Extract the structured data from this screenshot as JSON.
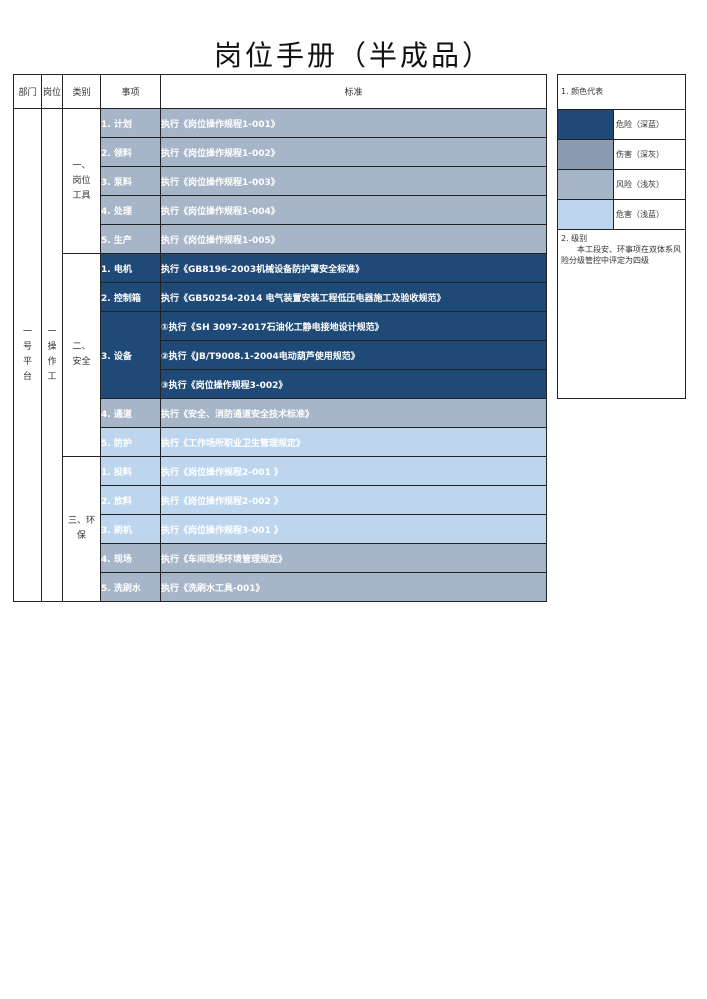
{
  "page_title": "岗位手册（半成品）",
  "headers": [
    "部门",
    "岗位",
    "类别",
    "事项",
    "标准"
  ],
  "dept": "一号平台",
  "post": "一操作工",
  "categories": [
    "一、岗位工具",
    "二、安全",
    "三、环保"
  ],
  "rows": [
    {
      "item": "1. 计划",
      "standard": "执行《岗位操作规程1-001》",
      "level": "风险（浅灰）"
    },
    {
      "item": "2. 领料",
      "standard": "执行《岗位操作规程1-002》",
      "level": "风险（浅灰）"
    },
    {
      "item": "3. 泵料",
      "standard": "执行《岗位操作规程1-003》",
      "level": "风险（浅灰）"
    },
    {
      "item": "4. 处理",
      "standard": "执行《岗位操作规程1-004》",
      "level": "风险（浅灰）"
    },
    {
      "item": "5. 生产",
      "standard": "执行《岗位操作规程1-005》",
      "level": "风险（浅灰）"
    },
    {
      "item": "1. 电机",
      "standard": "执行《GB8196-2003机械设备防护罩安全标准》",
      "level": "危险（深蓝）"
    },
    {
      "item": "2. 控制箱",
      "standard": "执行《GB50254-2014 电气装置安装工程低压电器施工及验收规范》",
      "level": "危险（深蓝）"
    },
    {
      "item": "3. 设备",
      "standard": "①执行《SH 3097-2017石油化工静电接地设计规范》",
      "level": "危险（深蓝）"
    },
    {
      "item": "",
      "standard": "②执行《JB/T9008.1-2004电动葫芦使用规范》",
      "level": "危险（深蓝）"
    },
    {
      "item": "",
      "standard": "③执行《岗位操作规程3-002》",
      "level": "危险（深蓝）"
    },
    {
      "item": "4. 通道",
      "standard": "执行《安全、消防通道安全技术标准》",
      "level": "风险（浅灰）"
    },
    {
      "item": "5. 防护",
      "standard": "执行《工作场所职业卫生管理规定》",
      "level": "危害（浅蓝）"
    },
    {
      "item": "1. 投料",
      "standard": "执行《岗位操作规程2-001 》",
      "level": "危害（浅蓝）"
    },
    {
      "item": "2. 放料",
      "standard": "执行《岗位操作规程2-002 》",
      "level": "危害（浅蓝）"
    },
    {
      "item": "3. 刷机",
      "standard": "执行《岗位操作规程3-001 》",
      "level": "危害（浅蓝）"
    },
    {
      "item": "4. 现场",
      "standard": "执行《车间现场环境管理规定》",
      "level": "风险（浅灰）"
    },
    {
      "item": "5. 洗刷水",
      "standard": "执行《洗刷水工具-001》",
      "level": "风险（浅灰）"
    }
  ],
  "legend": {
    "heading": "1. 颜色代表",
    "items": [
      {
        "name": "危险（深蓝）",
        "color": "#1f4a78"
      },
      {
        "name": "伤害（深灰）",
        "color": "#8a9bb2"
      },
      {
        "name": "风险（浅灰）",
        "color": "#a6b5c8"
      },
      {
        "name": "危害（浅蓝）",
        "color": "#bdd6ee"
      }
    ],
    "note_title": "2. 级别",
    "note_body": "本工段安、环事项在双体系风险分级管控中评定为四级"
  }
}
